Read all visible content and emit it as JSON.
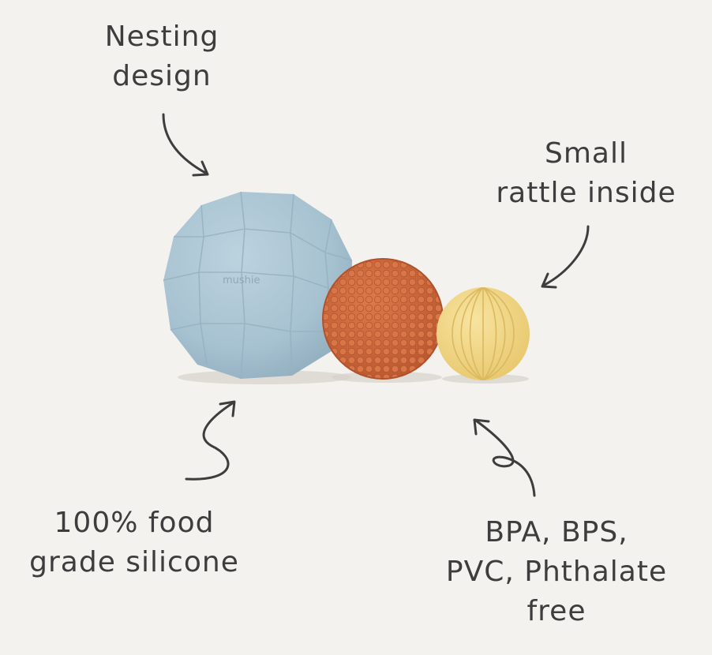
{
  "callouts": {
    "nesting": {
      "line1": "Nesting",
      "line2": "design"
    },
    "rattle": {
      "line1": "Small",
      "line2": "rattle inside"
    },
    "silicone": {
      "line1": "100% food",
      "line2": "grade silicone"
    },
    "free": {
      "line1": "BPA, BPS,",
      "line2": "PVC, Phthalate",
      "line3": "free"
    }
  },
  "product": {
    "brand_mark": "mushie",
    "balls": [
      {
        "name": "large",
        "color": "#a9c4d3"
      },
      {
        "name": "medium",
        "color": "#cf6a3f"
      },
      {
        "name": "small",
        "color": "#f2d98b"
      }
    ]
  }
}
